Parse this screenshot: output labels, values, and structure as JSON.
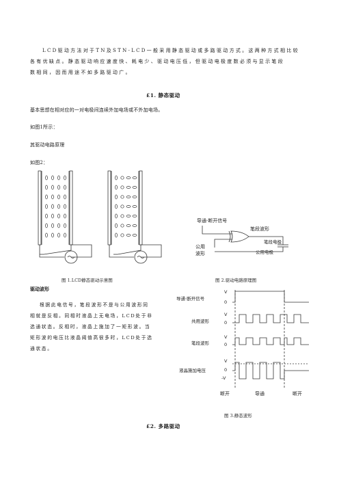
{
  "intro": {
    "line1": "LCD驱动方法对于TN及STN-LCD一般采用静态驱动或多路驱动方式。这两种方式相比较",
    "line2": "各有优缺点。静态驱动响应速度快、耗电少、驱动电压低，但驱动电极度数必须与显示笔段",
    "line3": "数相同，因而用途不如多路驱动广。"
  },
  "section1": {
    "title": "£1. 静态驱动",
    "basic": "基本思想在相对应的一对电极间连续外加电场或不外加电场。",
    "fig1_ref": "如图1所示：",
    "principle": "其驱动电路原理",
    "fig2_ref": "如图2："
  },
  "figure2": {
    "signal_label": "导通·断开信号",
    "segment_wave": "笔段波形",
    "segment_electrode": "笔段电极",
    "common_wave_1": "公用",
    "common_wave_2": "波形",
    "common_electrode": "公用电极"
  },
  "captions": {
    "fig1": "图 1.LCD静态驱动示意图",
    "fig2": "图 2.驱动电路原理图",
    "fig3": "图 3.静态波形"
  },
  "waveform": {
    "subtitle": "驱动波形",
    "para": {
      "l1": "根据此电信号，笔段波形不是与公用波形同",
      "l2": "相就是反相。同相时液晶上无电场，LCD处于非",
      "l3": "选通状态。反相时，液晶上施加了一矩形波。当",
      "l4": "矩形波的电压比液晶阈值高很多时，LCD处于选",
      "l5": "通状态。"
    },
    "rows": [
      {
        "label": "导通·断开信号",
        "v": "V",
        "z": "0"
      },
      {
        "label": "共用波形",
        "v": "V",
        "z": "0"
      },
      {
        "label": "笔段波形",
        "v": "V",
        "z": "0"
      },
      {
        "label": "液晶施加电压",
        "v": "V",
        "z": "0",
        "neg": "-V"
      }
    ],
    "axis": {
      "off1": "断开",
      "on": "导通",
      "off2": "断开"
    }
  },
  "section2": {
    "title": "£2. 多路驱动"
  }
}
